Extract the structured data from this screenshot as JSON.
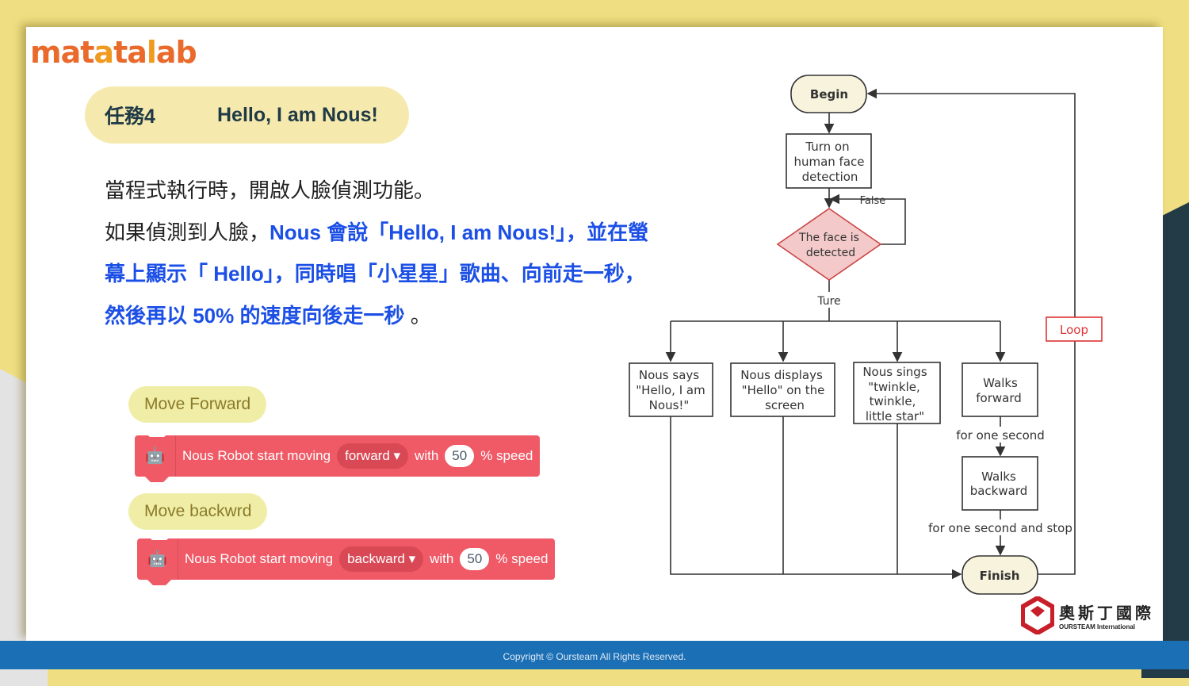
{
  "brand": {
    "logo": "matatalab",
    "partner_cn": "奧斯丁國際",
    "partner_en": "OURSTEAM International"
  },
  "title": {
    "task": "任務4",
    "name": "Hello, I am Nous!"
  },
  "body": {
    "line1": "當程式執行時，開啟人臉偵測功能。",
    "line2_plain": "如果偵測到人臉，",
    "line2_blue": "Nous 會說「Hello, I am Nous!」，並在螢",
    "line3_blue": "幕上顯示「 Hello」，同時唱「小星星」歌曲、向前走一秒，",
    "line4_blue": "然後再以 50% 的速度向後走一秒",
    "line4_end": "。"
  },
  "blocks": [
    {
      "label": "Move Forward",
      "prefix": "Nous Robot start moving",
      "direction": "forward",
      "with": "with",
      "speed": "50",
      "suffix": "% speed"
    },
    {
      "label": "Move backwrd",
      "prefix": "Nous Robot start moving",
      "direction": "backward",
      "with": "with",
      "speed": "50",
      "suffix": "% speed"
    }
  ],
  "flow": {
    "begin": "Begin",
    "turn_on": [
      "Turn on",
      "human face",
      "detection"
    ],
    "decision": [
      "The face is",
      "detected"
    ],
    "false_label": "False",
    "true_label": "Ture",
    "says": [
      "Nous says",
      "\"Hello, I am",
      "Nous!\""
    ],
    "displays": [
      "Nous displays",
      "\"Hello\" on the",
      "screen"
    ],
    "sings": [
      "Nous sings",
      "\"twinkle,",
      "twinkle,",
      "little star\""
    ],
    "forward": [
      "Walks",
      "forward"
    ],
    "for_one_second": "for one second",
    "backward": [
      "Walks",
      "backward"
    ],
    "for_one_second_stop": "for one second and stop",
    "finish": "Finish",
    "loop": "Loop"
  },
  "footer": "Copyright © Oursteam All Rights Reserved.",
  "colors": {
    "accent_blue": "#1b4fe6",
    "block_red": "#ef5a66",
    "footer": "#1b6fb4"
  }
}
